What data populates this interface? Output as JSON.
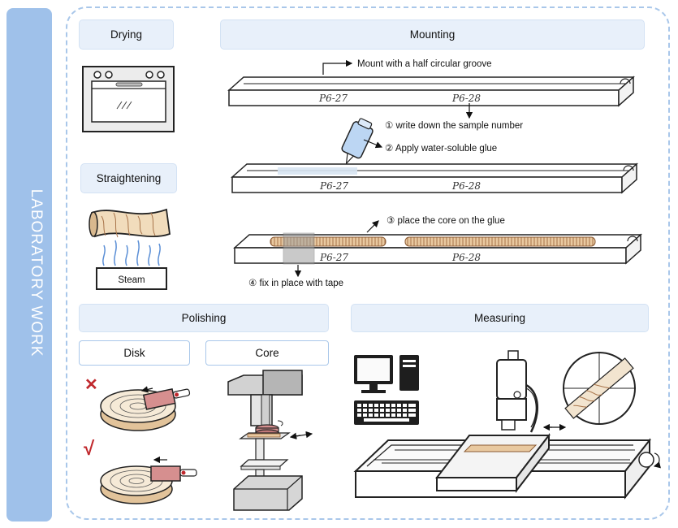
{
  "side_title": "LABORATORY WORK",
  "sections": {
    "drying": "Drying",
    "mounting": "Mounting",
    "straightening": "Straightening",
    "polishing": "Polishing",
    "measuring": "Measuring",
    "disk": "Disk",
    "core": "Core"
  },
  "labels": {
    "steam": "Steam",
    "groove": "Mount with a half circular groove",
    "step1": "① write down the sample number",
    "step2": "② Apply water-soluble glue",
    "step3": "③ place the core on the glue",
    "step4": "④ fix in place with tape",
    "sample_a": "P6-27",
    "sample_b": "P6-28",
    "wrong_mark": "✕",
    "right_mark": "√"
  },
  "colors": {
    "accent": "#9fc1ea",
    "panel": "#e8f0fa",
    "wrong": "#c0282d",
    "right": "#c0282d",
    "wood": "#e9c9a0"
  }
}
